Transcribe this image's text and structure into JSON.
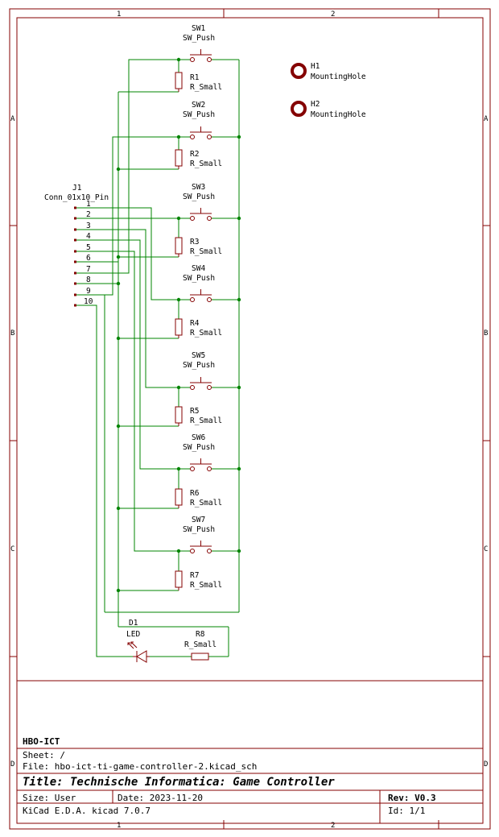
{
  "frame": {
    "columns": [
      "1",
      "2"
    ],
    "rows": [
      "A",
      "B",
      "C",
      "D"
    ]
  },
  "title_block": {
    "company": "HBO-ICT",
    "sheet": "Sheet: /",
    "file": "File: hbo-ict-ti-game-controller-2.kicad_sch",
    "title": "Title: Technische Informatica: Game Controller",
    "size": "Size: User",
    "date": "Date: 2023-11-20",
    "rev": "Rev: V0.3",
    "tool": "KiCad E.D.A.  kicad 7.0.7",
    "id": "Id: 1/1"
  },
  "connector": {
    "ref": "J1",
    "value": "Conn_01x10_Pin",
    "pins": [
      "1",
      "2",
      "3",
      "4",
      "5",
      "6",
      "7",
      "8",
      "9",
      "10"
    ]
  },
  "switches": [
    {
      "ref": "SW1",
      "value": "SW_Push"
    },
    {
      "ref": "SW2",
      "value": "SW_Push"
    },
    {
      "ref": "SW3",
      "value": "SW_Push"
    },
    {
      "ref": "SW4",
      "value": "SW_Push"
    },
    {
      "ref": "SW5",
      "value": "SW_Push"
    },
    {
      "ref": "SW6",
      "value": "SW_Push"
    },
    {
      "ref": "SW7",
      "value": "SW_Push"
    }
  ],
  "resistors": [
    {
      "ref": "R1",
      "value": "R_Small"
    },
    {
      "ref": "R2",
      "value": "R_Small"
    },
    {
      "ref": "R3",
      "value": "R_Small"
    },
    {
      "ref": "R4",
      "value": "R_Small"
    },
    {
      "ref": "R5",
      "value": "R_Small"
    },
    {
      "ref": "R6",
      "value": "R_Small"
    },
    {
      "ref": "R7",
      "value": "R_Small"
    },
    {
      "ref": "R8",
      "value": "R_Small"
    }
  ],
  "led": {
    "ref": "D1",
    "value": "LED"
  },
  "mounting_holes": [
    {
      "ref": "H1",
      "value": "MountingHole"
    },
    {
      "ref": "H2",
      "value": "MountingHole"
    }
  ],
  "colors": {
    "wire": "#008400",
    "border": "#840000",
    "component": "#840000",
    "text": "#000000",
    "junction": "#008400"
  }
}
